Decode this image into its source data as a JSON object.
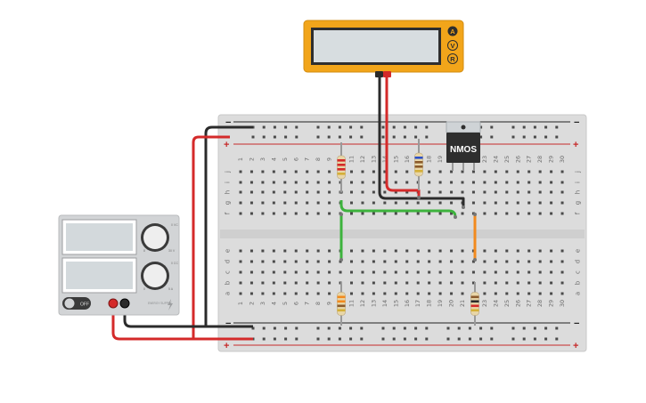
{
  "breadboard": {
    "columns": [
      "1",
      "2",
      "3",
      "4",
      "5",
      "6",
      "7",
      "8",
      "9",
      "10",
      "11",
      "12",
      "13",
      "14",
      "15",
      "16",
      "17",
      "18",
      "19",
      "20",
      "21",
      "22",
      "23",
      "24",
      "25",
      "26",
      "27",
      "28",
      "29",
      "30"
    ],
    "rows_top": [
      "j",
      "i",
      "h",
      "g",
      "f"
    ],
    "rows_bottom": [
      "e",
      "d",
      "c",
      "b",
      "a"
    ],
    "rail_minus": "−",
    "rail_plus": "+"
  },
  "multimeter": {
    "mode_buttons": [
      "A",
      "V",
      "R"
    ],
    "display_value": "",
    "colors": {
      "body": "#f2a51a",
      "screen": "#d7dde0"
    }
  },
  "mosfet": {
    "label": "NMOS"
  },
  "power_supply": {
    "switch_label": "OFF",
    "knob_top_marks": [
      "0 VC",
      "8",
      "30 V"
    ],
    "knob_bottom_marks": [
      "0 CC",
      "0",
      "5 A"
    ],
    "brand_text": "ENERGY SUPPLY"
  },
  "wire_colors": {
    "red": "#d42a2a",
    "black": "#2b2b2b",
    "green": "#3db33d",
    "orange": "#f28a1e"
  }
}
